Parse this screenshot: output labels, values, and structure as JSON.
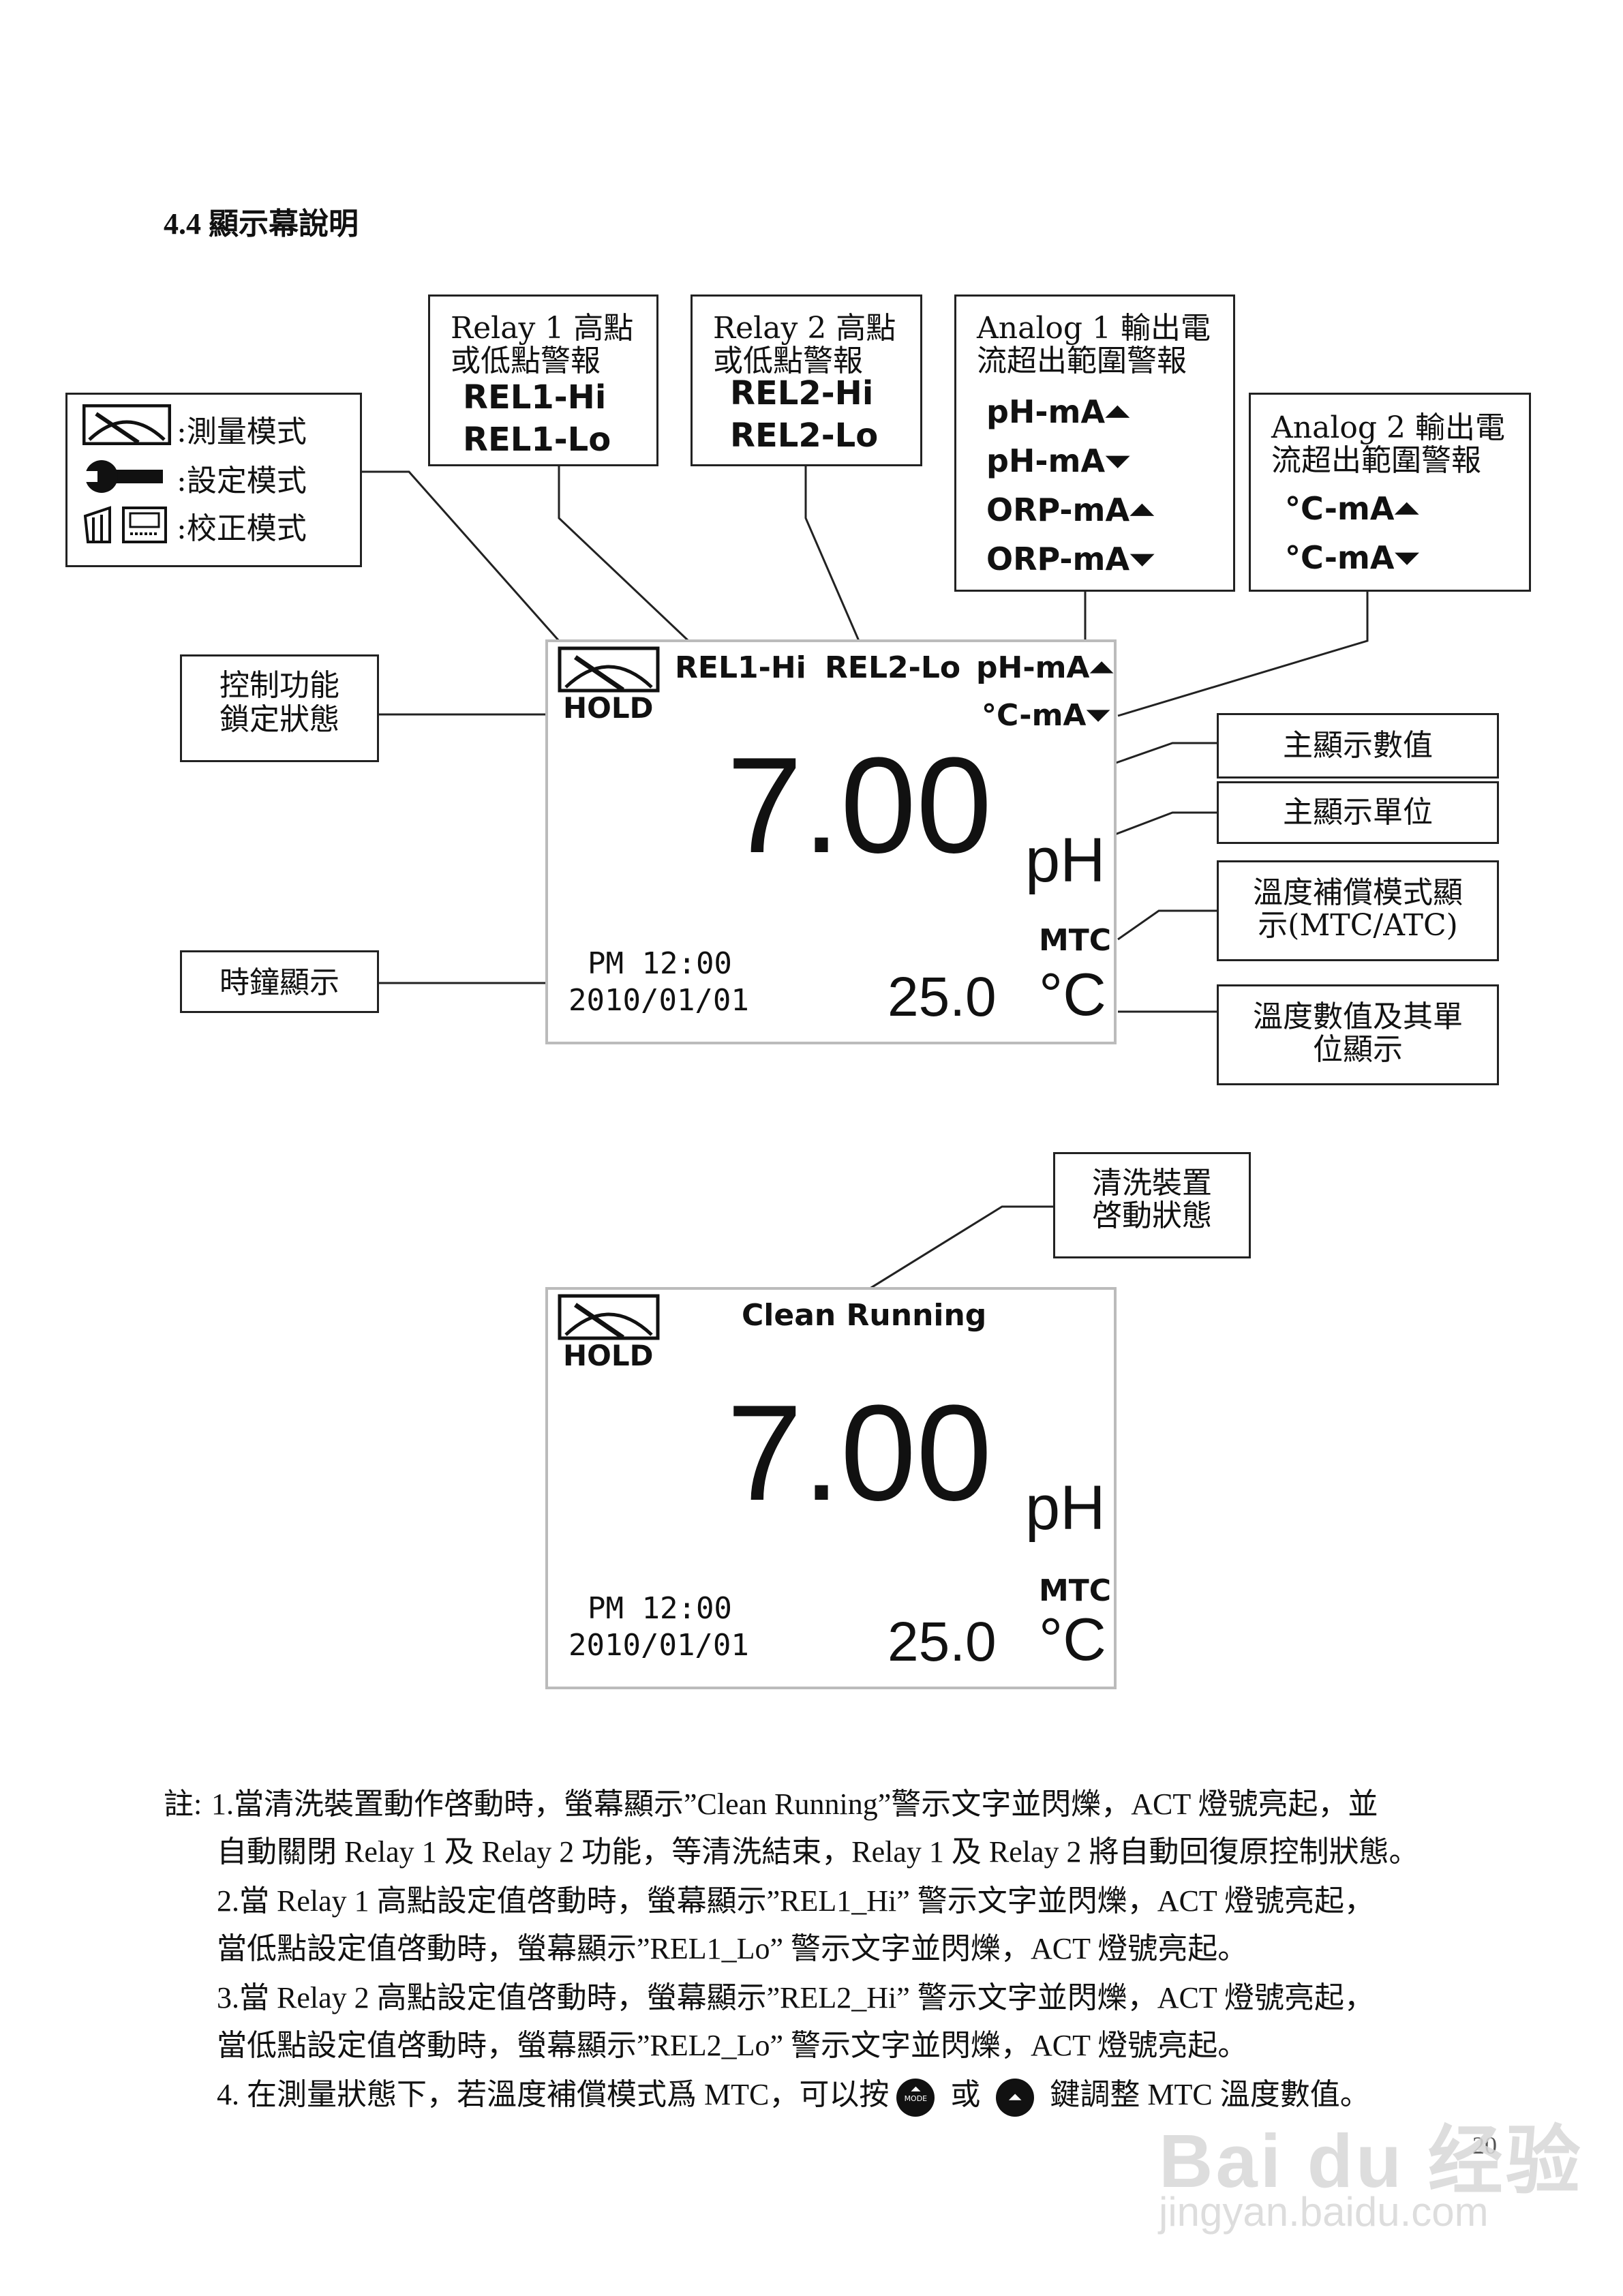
{
  "section_title": "4.4 顯示幕說明",
  "legend_box": {
    "measure": ":測量模式",
    "setup": ":設定模式",
    "calib": ":校正模式"
  },
  "relay1_box": {
    "title1": "Relay 1 高點",
    "title2": "或低點警報",
    "v1": "REL1-Hi",
    "v2": "REL1-Lo"
  },
  "relay2_box": {
    "title1": "Relay 2 高點",
    "title2": "或低點警報",
    "v1": "REL2-Hi",
    "v2": "REL2-Lo"
  },
  "analog1_box": {
    "title1": "Analog 1 輸出電",
    "title2": "流超出範圍警報",
    "v1": "pH-mA",
    "v2": "pH-mA",
    "v3": "ORP-mA",
    "v4": "ORP-mA"
  },
  "analog2_box": {
    "title1": "Analog 2 輸出電",
    "title2": "流超出範圍警報",
    "v1": "°C-mA",
    "v2": "°C-mA"
  },
  "hold_label": {
    "l1": "控制功能",
    "l2": "鎖定狀態"
  },
  "clock_label": "時鐘顯示",
  "main_value_label": "主顯示數值",
  "main_unit_label": "主顯示單位",
  "temp_mode_label": {
    "l1": "溫度補償模式顯",
    "l2": "示(MTC/ATC)"
  },
  "temp_value_label": {
    "l1": "溫度數值及其單",
    "l2": "位顯示"
  },
  "clean_label": {
    "l1": "清洗裝置",
    "l2": "啓動狀態"
  },
  "lcd1": {
    "hold": "HOLD",
    "rel1": "REL1-Hi",
    "rel2": "REL2-Lo",
    "phma": "pH-mA",
    "cma": "°C-mA",
    "value": "7.00",
    "unit": "pH",
    "mode": "MTC",
    "time": "PM 12:00",
    "date": "2010/01/01",
    "temp": "25.0",
    "temp_unit": "°C"
  },
  "lcd2": {
    "hold": "HOLD",
    "status": "Clean Running",
    "value": "7.00",
    "unit": "pH",
    "mode": "MTC",
    "time": "PM 12:00",
    "date": "2010/01/01",
    "temp": "25.0",
    "temp_unit": "°C"
  },
  "notes": {
    "prefix": "註:",
    "n1a": "1.當清洗裝置動作啓動時，螢幕顯示”Clean Running”警示文字並閃爍，ACT 燈號亮起，並",
    "n1b": "自動關閉 Relay 1 及 Relay 2 功能，等清洗結束，Relay 1 及 Relay 2 將自動回復原控制狀態。",
    "n2a": "2.當 Relay 1 高點設定值啓動時，螢幕顯示”REL1_Hi” 警示文字並閃爍，ACT 燈號亮起，",
    "n2b": "當低點設定值啓動時，螢幕顯示”REL1_Lo” 警示文字並閃爍，ACT 燈號亮起。",
    "n3a": "3.當 Relay 2 高點設定值啓動時，螢幕顯示”REL2_Hi” 警示文字並閃爍，ACT 燈號亮起，",
    "n3b": "當低點設定值啓動時，螢幕顯示”REL2_Lo” 警示文字並閃爍，ACT 燈號亮起。",
    "n4_pre": "4. 在測量狀態下，若溫度補償模式爲 MTC，可以按",
    "n4_mid": "或",
    "n4_post": "鍵調整 MTC 溫度數值。",
    "mode_key": "MODE"
  },
  "page_number": "20",
  "watermark": {
    "logo": "Bai du 经验",
    "url": "jingyan.baidu.com"
  }
}
